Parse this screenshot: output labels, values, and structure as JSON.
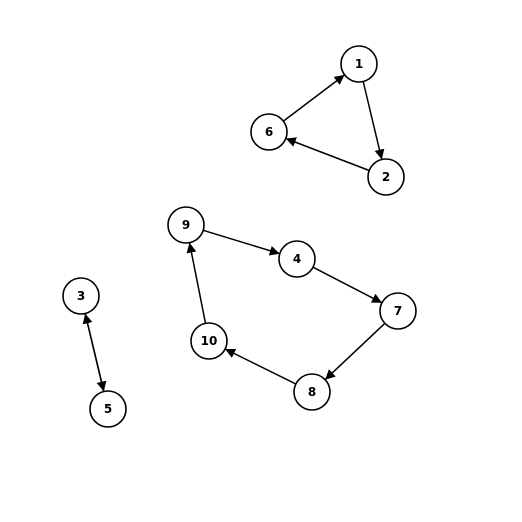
{
  "graph": {
    "directed": true,
    "colors": {
      "stroke": "#000000",
      "node_fill": "#ffffff",
      "background": "#ffffff"
    },
    "nodes": [
      {
        "id": "1",
        "label": "1"
      },
      {
        "id": "2",
        "label": "2"
      },
      {
        "id": "3",
        "label": "3"
      },
      {
        "id": "4",
        "label": "4"
      },
      {
        "id": "5",
        "label": "5"
      },
      {
        "id": "6",
        "label": "6"
      },
      {
        "id": "7",
        "label": "7"
      },
      {
        "id": "8",
        "label": "8"
      },
      {
        "id": "9",
        "label": "9"
      },
      {
        "id": "10",
        "label": "10"
      }
    ],
    "edges": [
      {
        "from": "1",
        "to": "2"
      },
      {
        "from": "2",
        "to": "6"
      },
      {
        "from": "6",
        "to": "1"
      },
      {
        "from": "3",
        "to": "5"
      },
      {
        "from": "5",
        "to": "3"
      },
      {
        "from": "9",
        "to": "4"
      },
      {
        "from": "4",
        "to": "7"
      },
      {
        "from": "7",
        "to": "8"
      },
      {
        "from": "8",
        "to": "10"
      },
      {
        "from": "10",
        "to": "9"
      }
    ]
  }
}
